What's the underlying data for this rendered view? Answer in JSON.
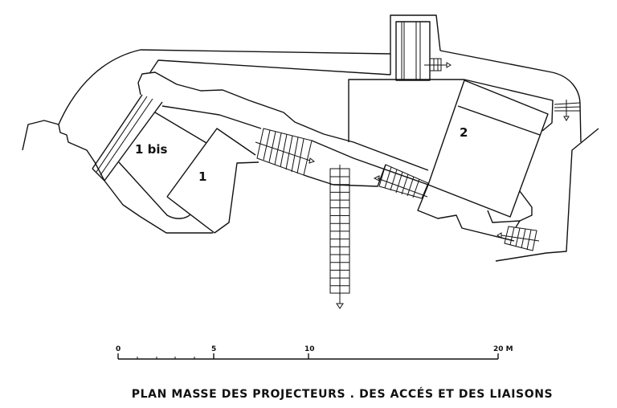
{
  "plan": {
    "labels": {
      "emplacement_1bis": "1 bis",
      "emplacement_1": "1",
      "emplacement_2": "2"
    }
  },
  "scale_bar": {
    "unit": "M",
    "ticks": [
      "0",
      "5",
      "10",
      "20 M"
    ]
  },
  "title": "PLAN MASSE DES PROJECTEURS . DES ACCÉS ET DES LIAISONS"
}
